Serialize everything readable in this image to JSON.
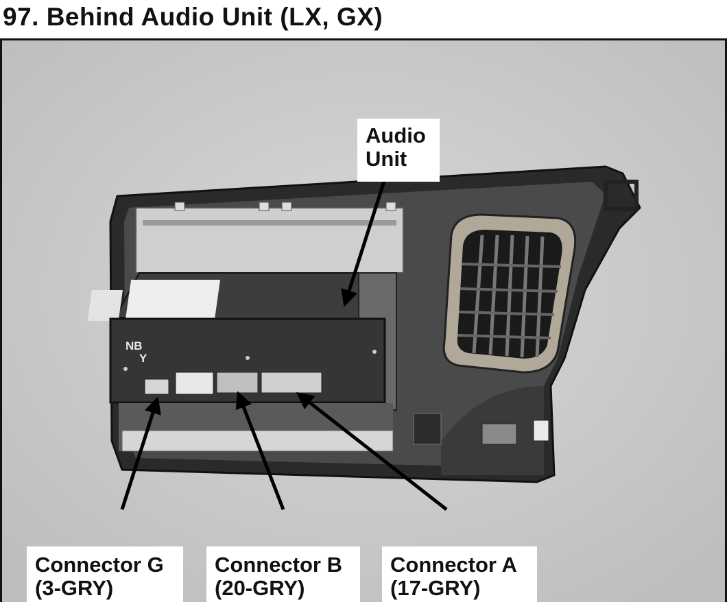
{
  "figure": {
    "title": "97. Behind Audio Unit (LX, GX)"
  },
  "callouts": {
    "audio_unit": {
      "line1": "Audio",
      "line2": "Unit"
    },
    "connector_g": {
      "line1": "Connector G",
      "line2": "(3-GRY)"
    },
    "connector_b": {
      "line1": "Connector B",
      "line2": "(20-GRY)"
    },
    "connector_a": {
      "line1": "Connector A",
      "line2": "(17-GRY)"
    }
  },
  "unit_markings": {
    "line1": "NB",
    "line2": "Y"
  }
}
